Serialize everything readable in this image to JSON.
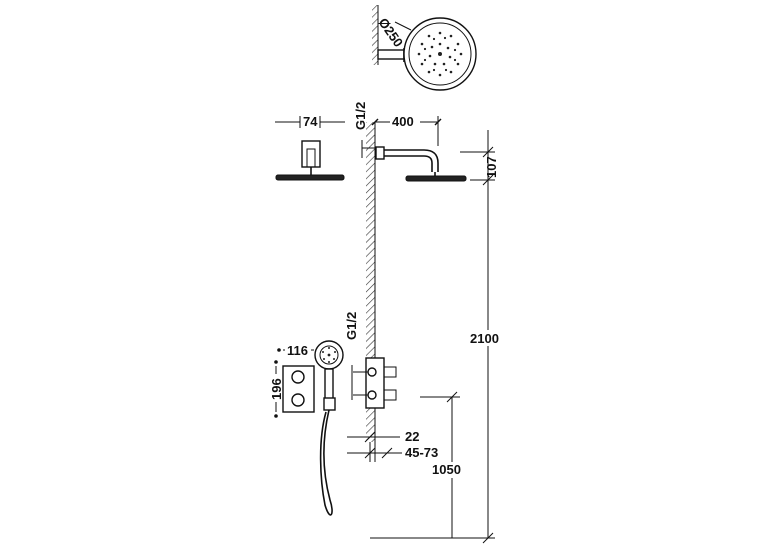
{
  "dimensions": {
    "head_diameter": "Ø250",
    "arm_depth": "74",
    "inlet_top": "G1/2",
    "arm_length": "400",
    "arm_drop": "107",
    "total_height": "2100",
    "inlet_valve": "G1/2",
    "plate_width": "116",
    "plate_height": "196",
    "wall_depth": "22",
    "wall_depth_range": "45-73",
    "valve_height": "1050"
  },
  "colors": {
    "line": "#111111",
    "background": "#ffffff"
  }
}
